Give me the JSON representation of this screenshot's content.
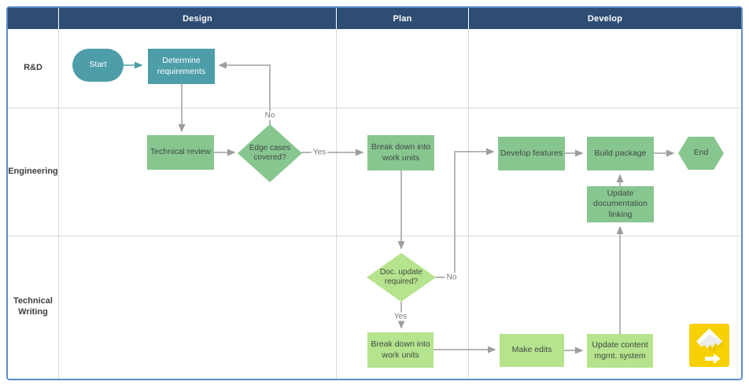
{
  "header": {
    "columns": [
      {
        "label": "Design"
      },
      {
        "label": "Plan"
      },
      {
        "label": "Develop"
      }
    ]
  },
  "lanes": [
    {
      "label": "R&D"
    },
    {
      "label": "Engineering"
    },
    {
      "label": "Technical Writing"
    }
  ],
  "nodes": {
    "start": {
      "label": "Start",
      "type": "terminator"
    },
    "determine_requirements": {
      "label": "Determine requirements",
      "type": "process"
    },
    "technical_review": {
      "label": "Technical review",
      "type": "process"
    },
    "edge_cases_covered": {
      "label": "Edge cases covered?",
      "type": "decision"
    },
    "break_down_plan": {
      "label": "Break down into work units",
      "type": "process"
    },
    "develop_features": {
      "label": "Develop features",
      "type": "process"
    },
    "build_package": {
      "label": "Build package",
      "type": "process"
    },
    "end": {
      "label": "End",
      "type": "terminator"
    },
    "update_doc_linking": {
      "label": "Update documentation linking",
      "type": "process"
    },
    "doc_update_required": {
      "label": "Doc. update required?",
      "type": "decision"
    },
    "break_down_writing": {
      "label": "Break down into work units",
      "type": "process"
    },
    "make_edits": {
      "label": "Make edits",
      "type": "process"
    },
    "update_cms": {
      "label": "Update content mgmt. system",
      "type": "process"
    }
  },
  "edge_labels": {
    "edge_cases_no": "No",
    "edge_cases_yes": "Yes",
    "doc_update_no": "No",
    "doc_update_yes": "Yes"
  },
  "icons": {
    "logo": "diagram-app-arrow-logo"
  },
  "colors": {
    "header_bg": "#2e4d72",
    "teal": "#4d9ea8",
    "green_medium": "#88c690",
    "green_light": "#b6e38d",
    "connector_gray": "#9e9e9e",
    "frame_blue": "#5c8dc9",
    "logo_yellow": "#f7d100"
  }
}
